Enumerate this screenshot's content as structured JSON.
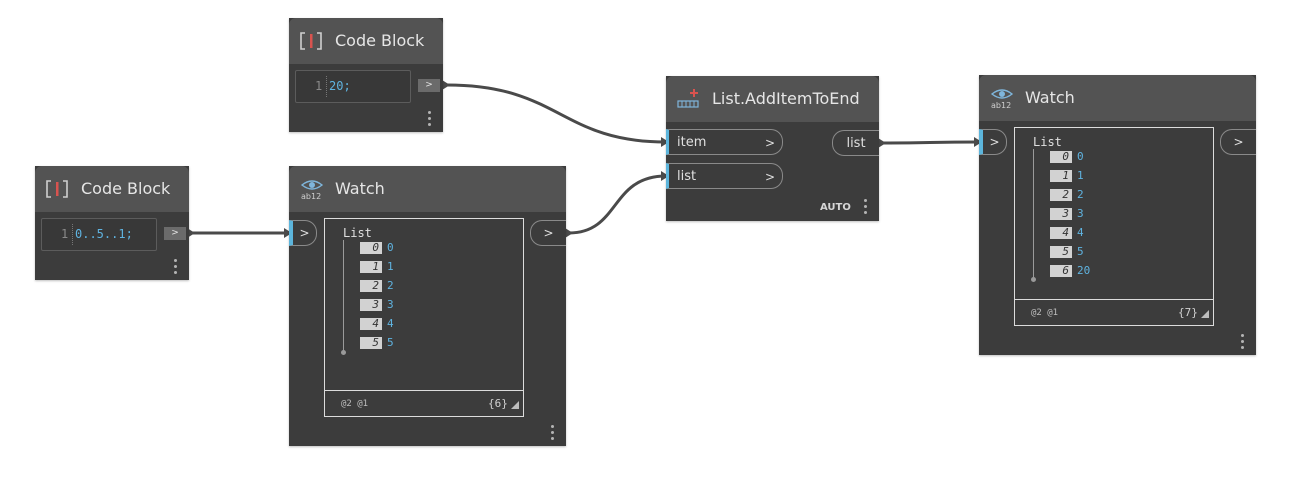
{
  "code_block_top": {
    "title": "Code Block",
    "line_number": "1",
    "code": "20;",
    "output_arrow": ">"
  },
  "code_block_left": {
    "title": "Code Block",
    "line_number": "1",
    "code": "0..5..1;",
    "output_arrow": ">"
  },
  "watch_mid": {
    "title": "Watch",
    "input_arrow": ">",
    "output_arrow": ">",
    "list_label": "List",
    "items": [
      {
        "index": "0",
        "value": "0"
      },
      {
        "index": "1",
        "value": "1"
      },
      {
        "index": "2",
        "value": "2"
      },
      {
        "index": "3",
        "value": "3"
      },
      {
        "index": "4",
        "value": "4"
      },
      {
        "index": "5",
        "value": "5"
      }
    ],
    "levels": "@2 @1",
    "count": "{6}"
  },
  "add_item": {
    "title": "List.AddItemToEnd",
    "inputs": [
      {
        "label": "item",
        "arrow": ">"
      },
      {
        "label": "list",
        "arrow": ">"
      }
    ],
    "output": "list",
    "lacing": "AUTO"
  },
  "watch_right": {
    "title": "Watch",
    "input_arrow": ">",
    "output_arrow": ">",
    "list_label": "List",
    "items": [
      {
        "index": "0",
        "value": "0"
      },
      {
        "index": "1",
        "value": "1"
      },
      {
        "index": "2",
        "value": "2"
      },
      {
        "index": "3",
        "value": "3"
      },
      {
        "index": "4",
        "value": "4"
      },
      {
        "index": "5",
        "value": "5"
      },
      {
        "index": "6",
        "value": "20"
      }
    ],
    "levels": "@2 @1",
    "count": "{7}"
  },
  "colors": {
    "node_body": "#3c3c3c",
    "node_header": "#535353",
    "port_accent": "#5cb5dc",
    "code_text": "#5fb3e0",
    "canvas": "#ffffff"
  }
}
